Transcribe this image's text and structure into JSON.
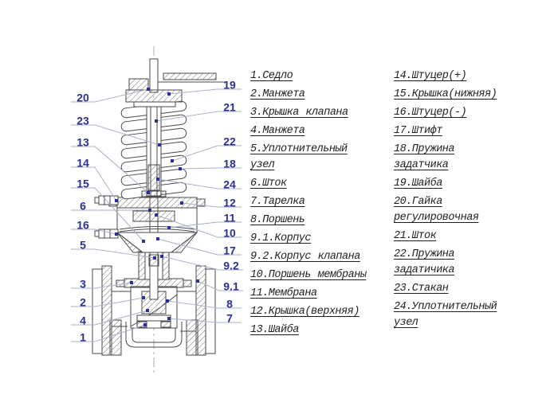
{
  "legend": {
    "column1": [
      "1.Седло",
      "2.Манжета",
      "3.Крышка клапана",
      "4.Манжета",
      "5.Уплотнительный узел",
      "6.Шток",
      "7.Тарелка",
      "8.Поршень",
      "9.1.Корпус",
      "9.2.Корпус клапана",
      "10.Поршень мембраны",
      "11.Мембрана",
      "12.Крышка(верхняя)",
      "13.Шайба"
    ],
    "column2": [
      "14.Штуцер(+)",
      "15.Крышка(нижняя)",
      "16.Штуцер(-)",
      "17.Штифт",
      "18.Пружина задатчика",
      "19.Шайба",
      "20.Гайка регулировочная",
      "21.Шток",
      "22.Пружина задатичика",
      "23.Стакан",
      "24.Уплотнительный узел"
    ]
  },
  "callouts": [
    "20",
    "23",
    "13",
    "14",
    "15",
    "6",
    "16",
    "5",
    "3",
    "2",
    "4",
    "1",
    "19",
    "21",
    "22",
    "18",
    "24",
    "12",
    "11",
    "10",
    "17",
    "9.2",
    "9.1",
    "8",
    "7"
  ],
  "colors": {
    "callout_number": "#2c2f9a",
    "leader_line": "#a9b2c9",
    "drawing_line": "#4a4a4a",
    "legend_text": "#1f1f1f",
    "background": "#ffffff"
  }
}
